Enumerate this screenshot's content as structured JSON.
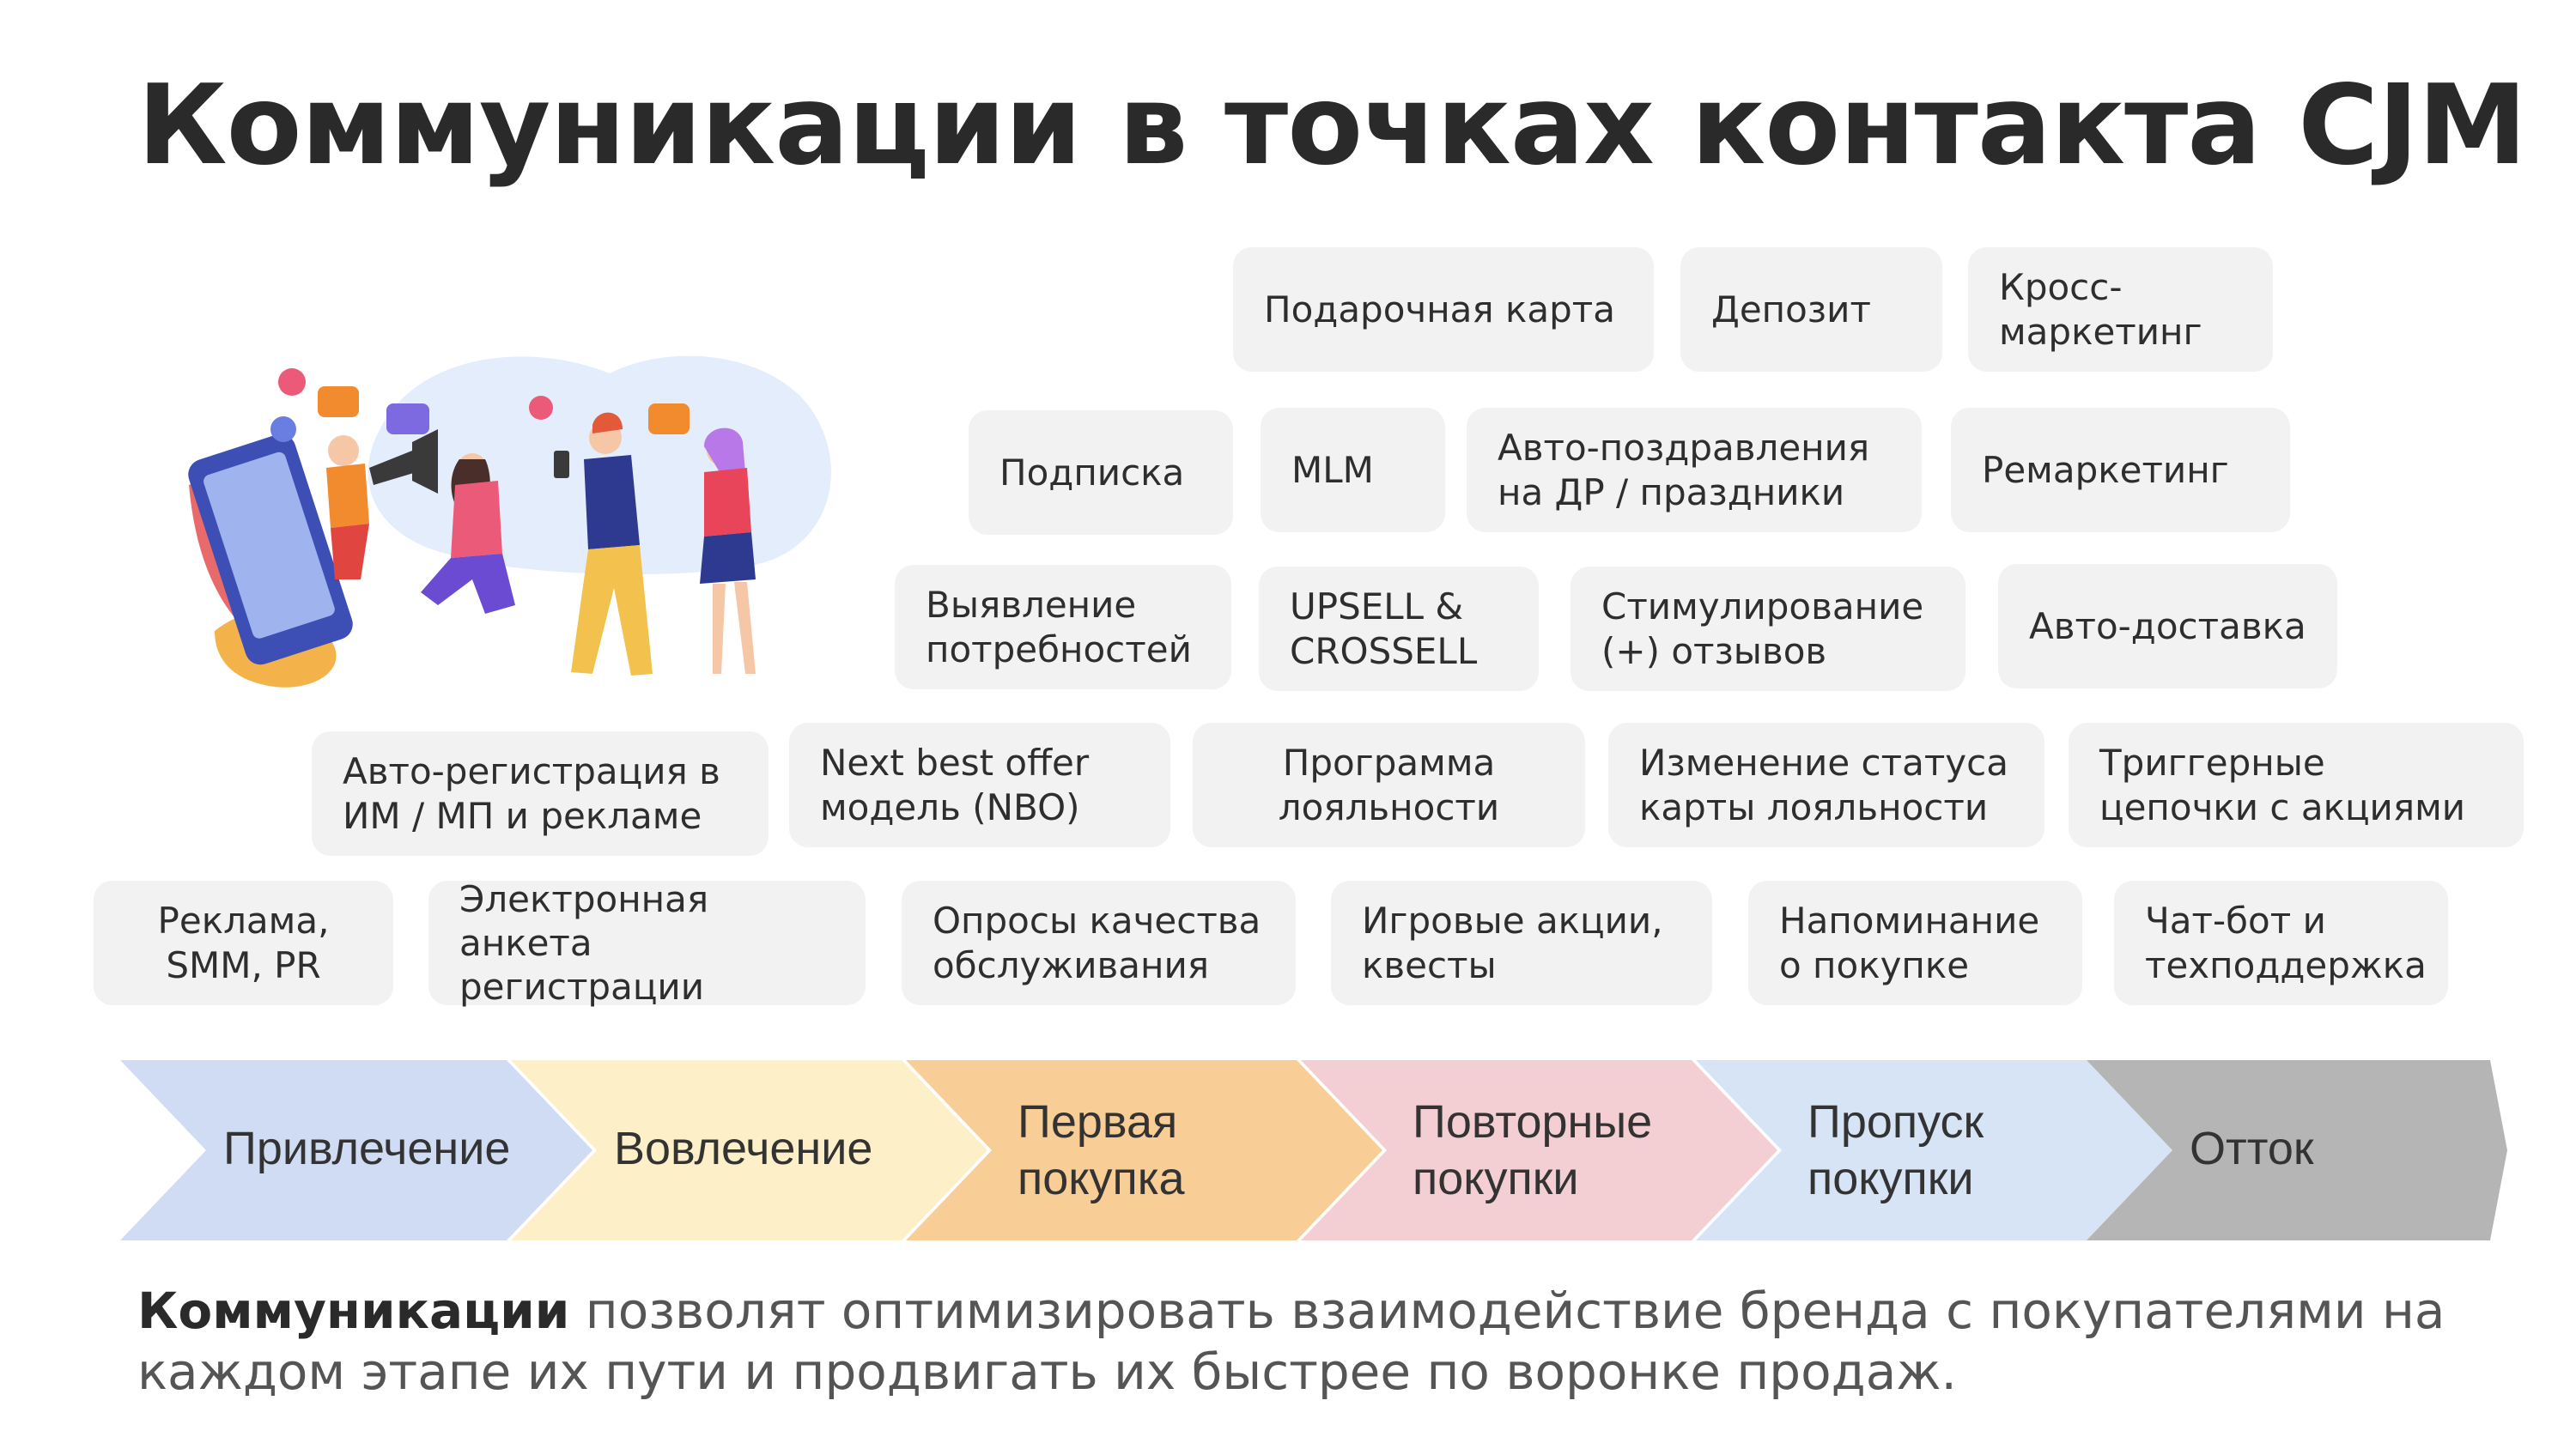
{
  "title": "Коммуникации в точках контакта CJM",
  "touchpoints": {
    "gift_card": "Подарочная карта",
    "deposit": "Депозит",
    "cross_marketing": "Кросс-\nмаркетинг",
    "subscription": "Подписка",
    "mlm": "MLM",
    "auto_greetings": "Авто-поздравления\nна ДР / праздники",
    "remarketing": "Ремаркетинг",
    "needs_discovery": "Выявление\nпотребностей",
    "upsell": "UPSELL &\nCROSSELL",
    "reviews": "Стимулирование\n(+) отзывов",
    "auto_delivery": "Авто-доставка",
    "auto_registration": "Авто-регистрация в\nИМ / МП и рекламе",
    "nbo": "Next best offer\nмодель (NBO)",
    "loyalty_program": "Программа\nлояльности",
    "loyalty_status": "Изменение статуса\nкарты лояльности",
    "trigger_chains": "Триггерные\nцепочки с акциями",
    "ads": "Реклама,\nSMM, PR",
    "registration_form": "Электронная анкета\nрегистрации",
    "quality_surveys": "Опросы качества\nобслуживания",
    "game_promos": "Игровые акции,\nквесты",
    "purchase_reminder": "Напоминание\nо покупке",
    "chatbot": "Чат-бот и\nтехподдержка"
  },
  "stages": [
    {
      "label": "Привлечение",
      "color": "#cfdcf3"
    },
    {
      "label": "Вовлечение",
      "color": "#fdf0c9"
    },
    {
      "label": "Первая\nпокупка",
      "color": "#f8cd96"
    },
    {
      "label": "Повторные\nпокупки",
      "color": "#f3cfd3"
    },
    {
      "label": "Пропуск\nпокупки",
      "color": "#d6e4f6"
    },
    {
      "label": "Отток",
      "color": "#b5b5b5"
    }
  ],
  "footer": {
    "bold": "Коммуникации",
    "rest": " позволят оптимизировать взаимодействие бренда с покупателями на каждом этапе их пути и продвигать их быстрее по воронке продаж."
  }
}
